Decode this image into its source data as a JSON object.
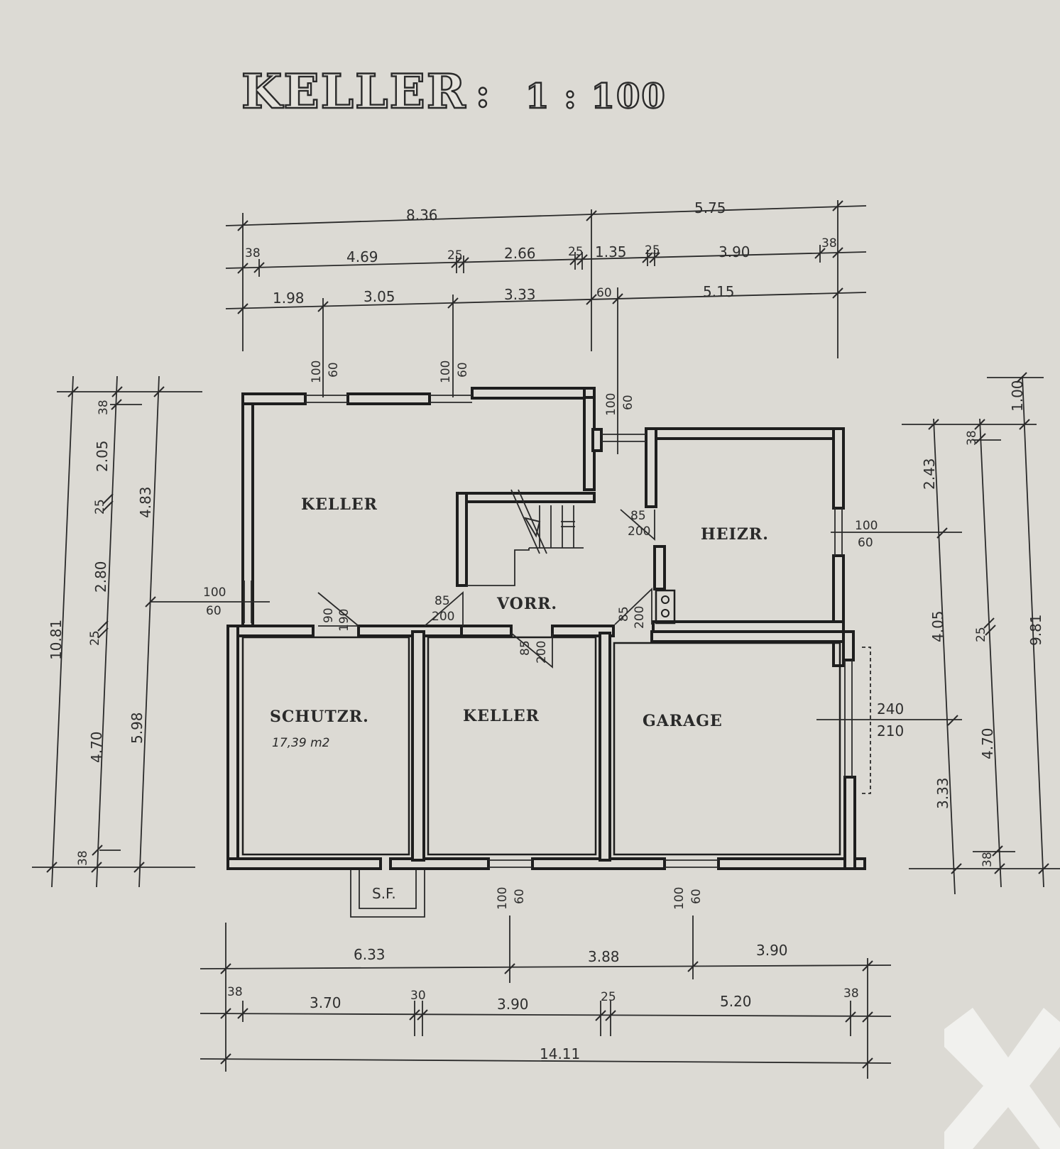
{
  "title": {
    "main": "KELLER",
    "colon": ":",
    "scale": "1 : 100"
  },
  "rooms": {
    "keller_top": "KELLER",
    "vorr": "VORR.",
    "heizr": "HEIZR.",
    "schutzr": "SCHUTZR.",
    "schutzr_area": "17,39 m2",
    "keller_bottom": "KELLER",
    "garage": "GARAGE",
    "sf": "S.F."
  },
  "dims_top": {
    "row1": [
      "8.36",
      "5.75"
    ],
    "row2": [
      "38",
      "4.69",
      "25",
      "2.66",
      "25",
      "1.35",
      "25",
      "3.90",
      "38"
    ],
    "row3": [
      "1.98",
      "3.05",
      "3.33",
      "60",
      "5.15"
    ]
  },
  "dims_bottom": {
    "row1": [
      "6.33",
      "3.88",
      "3.90"
    ],
    "row2": [
      "38",
      "3.70",
      "30",
      "3.90",
      "25",
      "5.20",
      "38"
    ],
    "row3": [
      "14.11"
    ]
  },
  "dims_left": {
    "outer": "10.81",
    "inner": [
      "38",
      "2.05",
      "25",
      "2.80",
      "25",
      "4.70",
      "38"
    ],
    "mid": [
      "4.83",
      "5.98"
    ]
  },
  "dims_right": {
    "inner": [
      "2.43",
      "4.05",
      "3.33"
    ],
    "mid": [
      "38",
      "25",
      "4.70",
      "38"
    ],
    "outer": [
      "1.00",
      "9.81"
    ]
  },
  "openings": {
    "win_a": [
      "100",
      "60"
    ],
    "win_b": [
      "100",
      "60"
    ],
    "win_c": [
      "100",
      "60"
    ],
    "win_left": [
      "100",
      "60"
    ],
    "win_heizr": [
      "100",
      "60"
    ],
    "win_bottom_a": [
      "100",
      "60"
    ],
    "win_bottom_b": [
      "100",
      "60"
    ],
    "garage_door": [
      "240",
      "210"
    ],
    "door_schutzr": [
      "90",
      "190"
    ],
    "door_vorr_left": [
      "85",
      "200"
    ],
    "door_vorr_right": [
      "85",
      "200"
    ],
    "door_keller": [
      "85",
      "200"
    ],
    "door_heizr": [
      "85",
      "200"
    ]
  }
}
